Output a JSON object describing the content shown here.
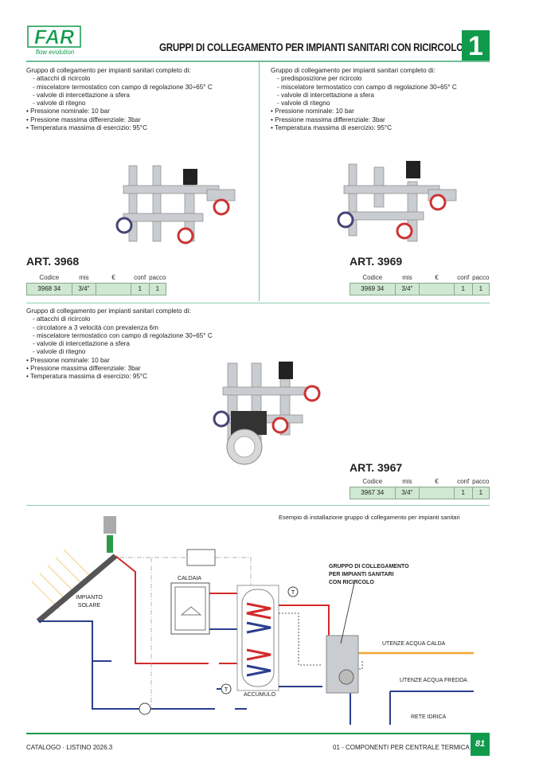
{
  "header": {
    "logo_text": "FAR",
    "logo_tagline": "flow evolution",
    "title": "GRUPPI DI COLLEGAMENTO PER IMPIANTI SANITARI CON RICIRCOLO",
    "chapter": "1"
  },
  "products": [
    {
      "intro": "Gruppo di collegamento per impianti sanitari completo di:",
      "items": [
        "- attacchi di ricircolo",
        "- miscelatore termostatico con campo di regolazione 30÷65° C",
        "- valvole di intercettazione a sfera",
        "- valvole di ritegno"
      ],
      "specs": [
        "• Pressione nominale: 10 bar",
        "• Pressione massima differenziale: 3bar",
        "• Temperatura massima di esercizio: 95°C"
      ],
      "art": "ART. 3968",
      "row": [
        "3968 34",
        "3/4\"",
        "",
        "1",
        "1"
      ]
    },
    {
      "intro": "Gruppo di collegamento per impianti sanitari completo di:",
      "items": [
        "- predisposizione per ricircolo",
        "- miscelatore termostatico con campo di regolazione 30÷65° C",
        "- valvole di intercettazione a sfera",
        "- valvole di ritegno"
      ],
      "specs": [
        "• Pressione nominale: 10 bar",
        "• Pressione massima differenziale: 3bar",
        "• Temperatura massima di esercizio: 95°C"
      ],
      "art": "ART. 3969",
      "row": [
        "3969 34",
        "3/4\"",
        "",
        "1",
        "1"
      ]
    },
    {
      "intro": "Gruppo di collegamento per impianti sanitari completo di:",
      "items": [
        "- attacchi di ricircolo",
        "- circolatore a 3 velocità con prevalenza 6m",
        "- miscelatore termostatico con campo di regolazione 30÷65° C",
        "- valvole di intercettazione a sfera",
        "- valvole di ritegno"
      ],
      "specs": [
        "• Pressione nominale: 10 bar",
        "• Pressione massima differenziale: 3bar",
        "• Temperatura massima di esercizio: 95°C"
      ],
      "art": "ART. 3967",
      "row": [
        "3967 34",
        "3/4\"",
        "",
        "1",
        "1"
      ]
    }
  ],
  "table_headers": [
    "Codice",
    "mis",
    "€",
    "conf",
    "pacco"
  ],
  "diagram": {
    "caption": "Esempio di installazione gruppo di collegamento per impianti sanitari",
    "solar": [
      "IMPIANTO",
      "SOLARE"
    ],
    "boiler": "CALDAIA",
    "tank": "ACCUMULO",
    "group": [
      "GRUPPO DI COLLEGAMENTO",
      "PER IMPIANTI SANITARI",
      "CON RICIRCOLO"
    ],
    "hot": "UTENZE ACQUA CALDA",
    "cold": "UTENZE ACQUA FREDDA",
    "mains": "RETE IDRICA",
    "temp": "T"
  },
  "footer": {
    "left": "CATALOGO · LISTINO 2026.3",
    "right": "01 - COMPONENTI PER CENTRALE TERMICA",
    "page": "81"
  },
  "colors": {
    "brand": "#109a4c",
    "hot": "#d42a2a",
    "cold": "#2a3f8f",
    "dhw": "#f0a830"
  }
}
